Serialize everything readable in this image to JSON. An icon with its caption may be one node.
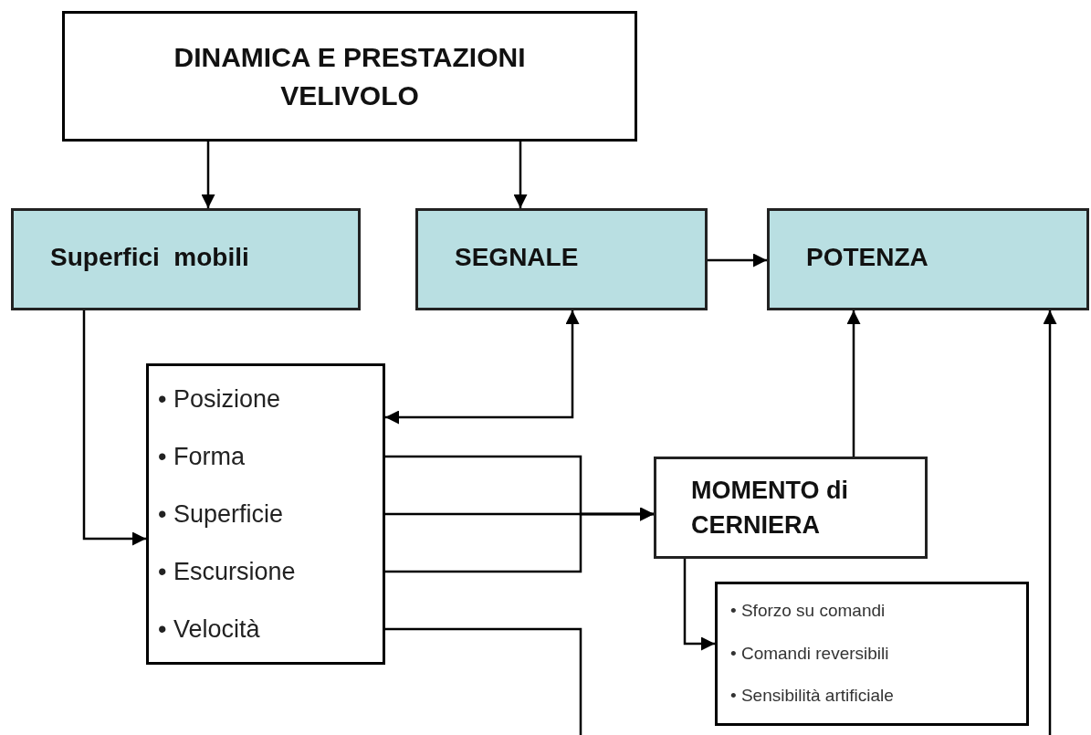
{
  "diagram": {
    "nodes": [
      {
        "text": [
          "DINAMICA  E  PRESTAZIONI VELIVOLO"
        ]
      },
      {
        "text": [
          "Superfici  mobili"
        ]
      },
      {
        "text": [
          "SEGNALE"
        ]
      },
      {
        "text": [
          "POTENZA"
        ]
      },
      {
        "text": [
          "• Posizione",
          "• Forma",
          "• Superficie",
          "• Escursione",
          "• Velocità"
        ]
      },
      {
        "text": [
          "MOMENTO di CERNIERA"
        ]
      },
      {
        "text": [
          "• Sforzo su comandi",
          "• Comandi reversibili",
          "• Sensibilità artificiale"
        ]
      }
    ],
    "edges": [
      {
        "from": 0,
        "to": 1,
        "arrow": "to"
      },
      {
        "from": 0,
        "to": 2,
        "arrow": "to"
      },
      {
        "from": 2,
        "to": 3,
        "arrow": "to"
      },
      {
        "from": 1,
        "to": 4,
        "arrow": "to"
      },
      {
        "from": 2,
        "to": 4,
        "arrow": "both"
      },
      {
        "from": 4,
        "to": 5,
        "arrow": "to"
      },
      {
        "from": 4,
        "to": 5,
        "arrow": "to"
      },
      {
        "from": 4,
        "to": 5,
        "arrow": "to"
      },
      {
        "from": 5,
        "to": 3,
        "arrow": "to"
      },
      {
        "from": 5,
        "to": 6,
        "arrow": "to"
      },
      {
        "from": 4,
        "to": null,
        "arrow": "none"
      },
      {
        "from": null,
        "to": 3,
        "arrow": "to"
      }
    ]
  }
}
